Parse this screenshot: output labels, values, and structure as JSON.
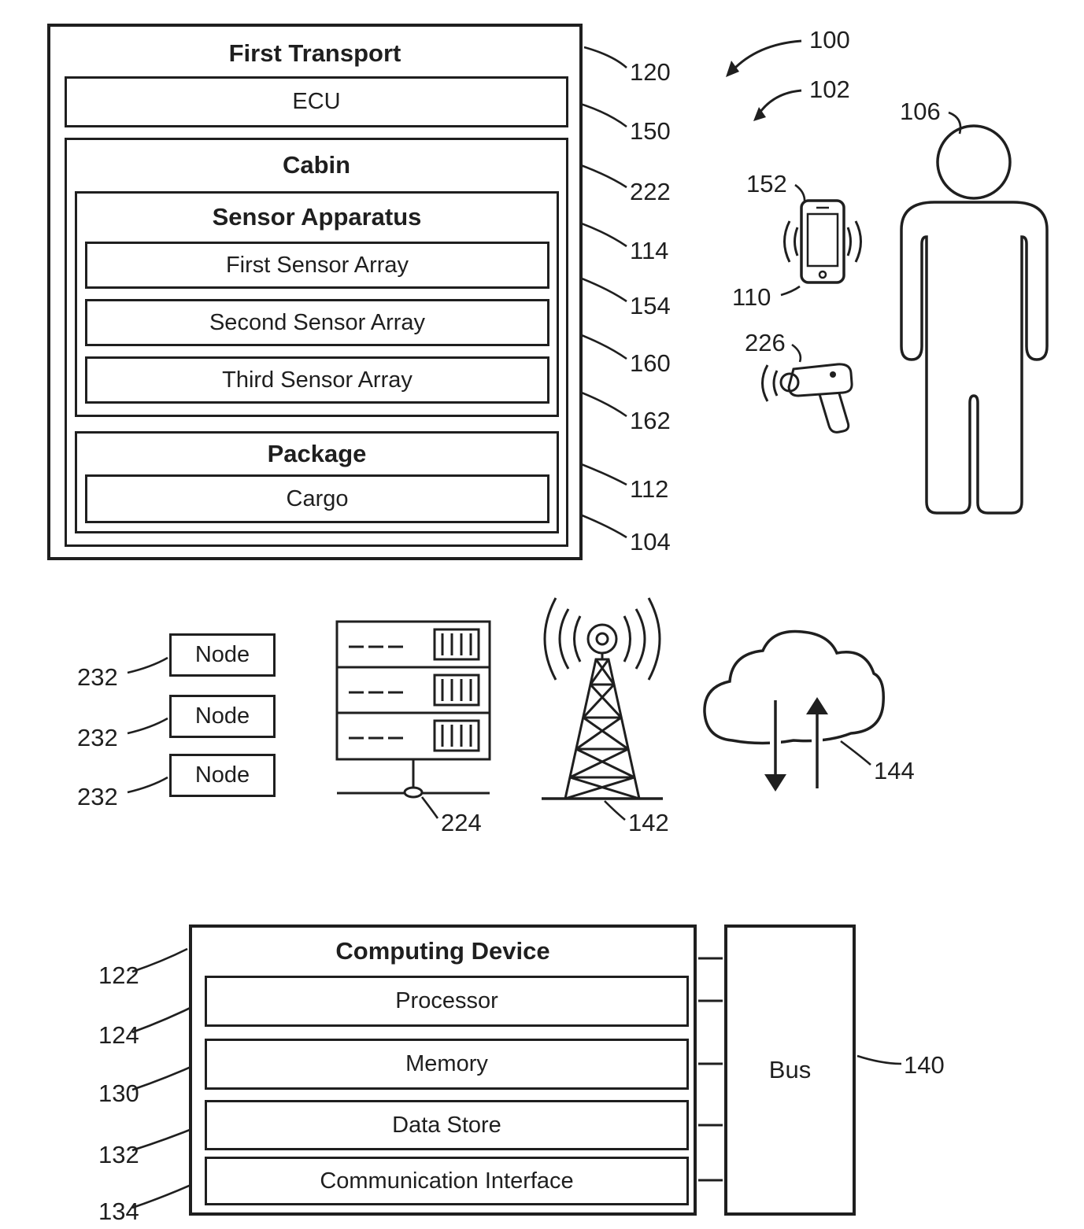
{
  "colors": {
    "ink": "#1f1f1f",
    "background": "#ffffff"
  },
  "first_transport": {
    "title": "First Transport",
    "ecu_label": "ECU",
    "cabin": {
      "title": "Cabin",
      "sensor_apparatus": {
        "title": "Sensor Apparatus",
        "arrays": [
          "First Sensor Array",
          "Second Sensor Array",
          "Third Sensor Array"
        ]
      },
      "package": {
        "title": "Package",
        "cargo_label": "Cargo"
      }
    }
  },
  "nodes": [
    {
      "label": "Node",
      "ref": "232"
    },
    {
      "label": "Node",
      "ref": "232"
    },
    {
      "label": "Node",
      "ref": "232"
    }
  ],
  "computing_device": {
    "title": "Computing Device",
    "components": [
      "Processor",
      "Memory",
      "Data Store",
      "Communication Interface"
    ]
  },
  "bus_label": "Bus",
  "refs": {
    "system": "100",
    "environment": "102",
    "cargo": "104",
    "person": "106",
    "mobile_device": "110",
    "package": "112",
    "sensor_apparatus": "114",
    "first_transport": "120",
    "computing_device": "122",
    "processor": "124",
    "memory": "130",
    "data_store": "132",
    "communication_interface": "134",
    "bus": "140",
    "radio_tower": "142",
    "cloud": "144",
    "ecu": "150",
    "smartphone": "152",
    "first_sensor_array": "154",
    "second_sensor_array": "160",
    "third_sensor_array": "162",
    "cabin": "222",
    "server": "224",
    "scanner": "226"
  },
  "icons": {
    "person": "person-icon",
    "smartphone": "smartphone-icon",
    "scanner": "scanner-icon",
    "server": "server-icon",
    "radio_tower": "radio-tower-icon",
    "cloud_sync": "cloud-sync-icon"
  }
}
